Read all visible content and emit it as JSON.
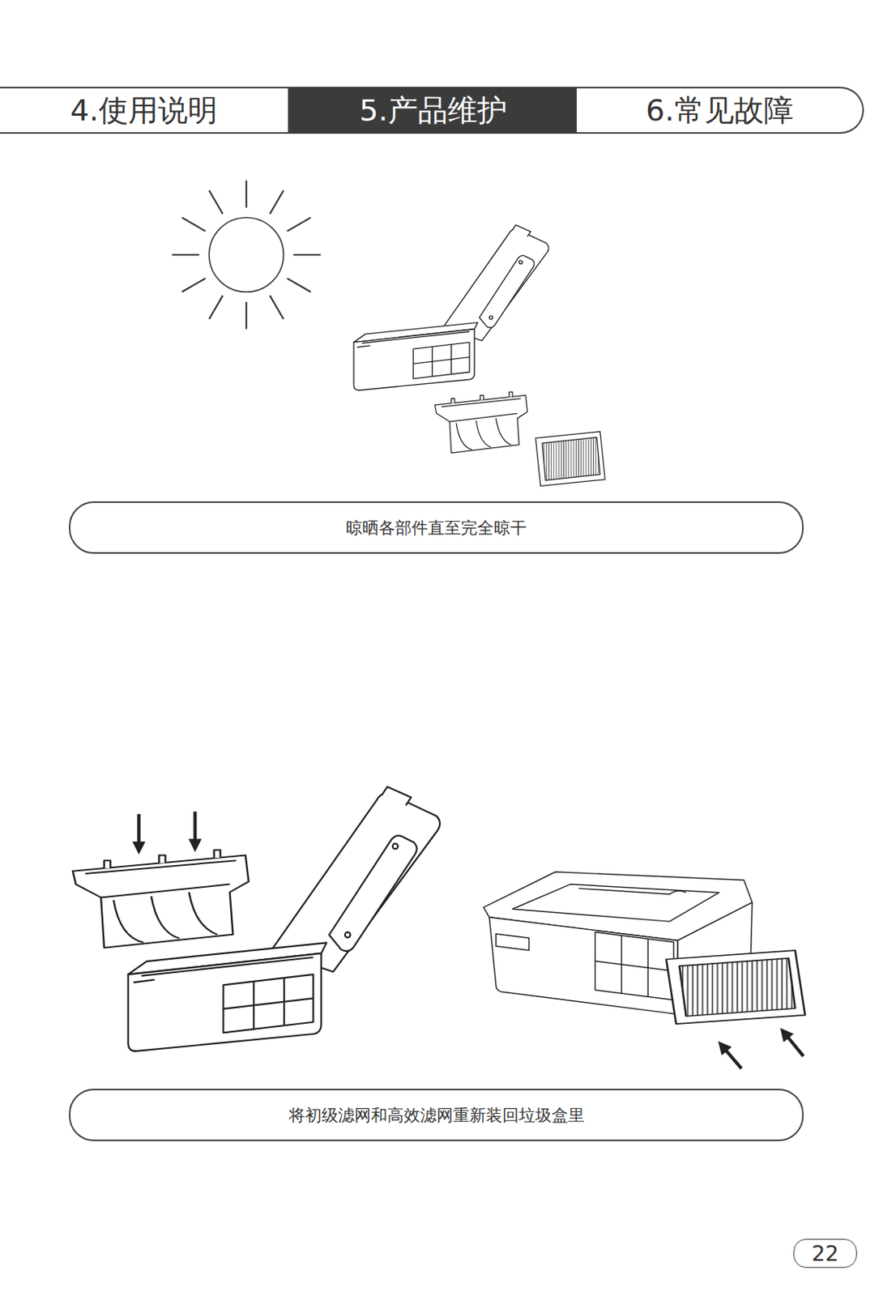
{
  "diagram": {
    "nodes": [
      {
        "text": [
          "4.使用说明"
        ]
      },
      {
        "text": [
          "5.产品维护"
        ]
      },
      {
        "text": [
          "6.常见故障"
        ]
      },
      {
        "text": [
          "晾晒各部件直至完全晾干"
        ]
      },
      {
        "text": [
          "将初级滤网和高效滤网重新装回垃圾盒里"
        ]
      },
      {
        "text": [
          "22"
        ]
      }
    ]
  }
}
